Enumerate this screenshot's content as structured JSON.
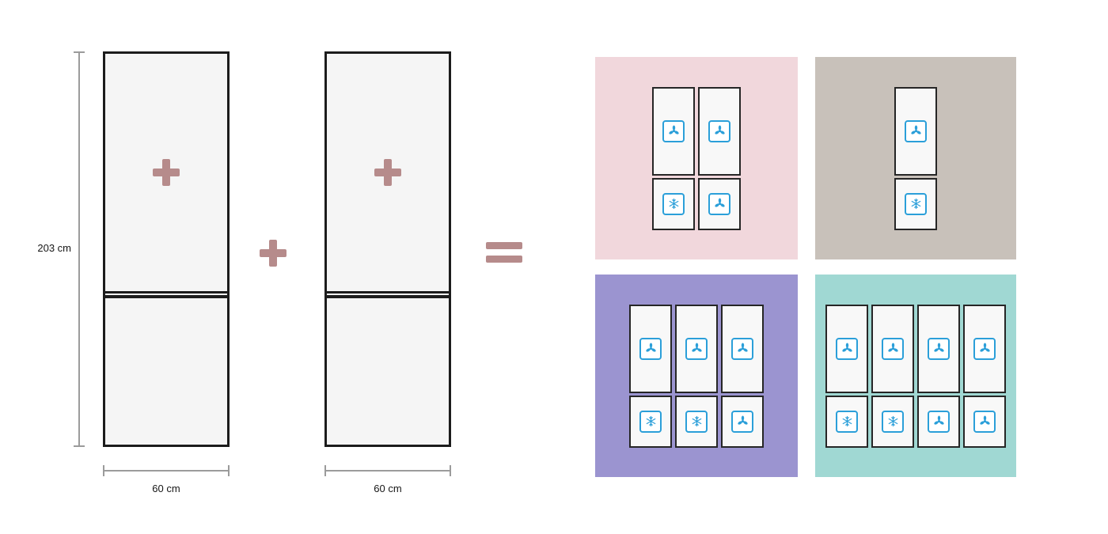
{
  "colors": {
    "accent": "#b68b8b",
    "icon_blue": "#2b9fd9",
    "fridge_fill": "#f5f5f5",
    "fridge_border": "#1c1c1c",
    "measure": "#9b9b9b"
  },
  "icons": {
    "plus": "plus-icon",
    "equals": "equals-icon",
    "fan": "fan-icon",
    "snowflake": "snowflake-icon"
  },
  "measurements": {
    "height": "203 cm",
    "width_left": "60 cm",
    "width_right": "60 cm"
  },
  "result_panels": [
    {
      "bg": "#f1d7dc",
      "columns": [
        {
          "top": "fan",
          "bottom": "snowflake"
        },
        {
          "top": "fan",
          "bottom": "fan"
        }
      ]
    },
    {
      "bg": "#c8c1ba",
      "columns": [
        {
          "top": "fan",
          "bottom": "snowflake"
        }
      ]
    },
    {
      "bg": "#9b94d0",
      "columns": [
        {
          "top": "fan",
          "bottom": "snowflake"
        },
        {
          "top": "fan",
          "bottom": "snowflake"
        },
        {
          "top": "fan",
          "bottom": "fan"
        }
      ]
    },
    {
      "bg": "#a0d8d3",
      "columns": [
        {
          "top": "fan",
          "bottom": "snowflake"
        },
        {
          "top": "fan",
          "bottom": "snowflake"
        },
        {
          "top": "fan",
          "bottom": "fan"
        },
        {
          "top": "fan",
          "bottom": "fan"
        }
      ]
    }
  ]
}
